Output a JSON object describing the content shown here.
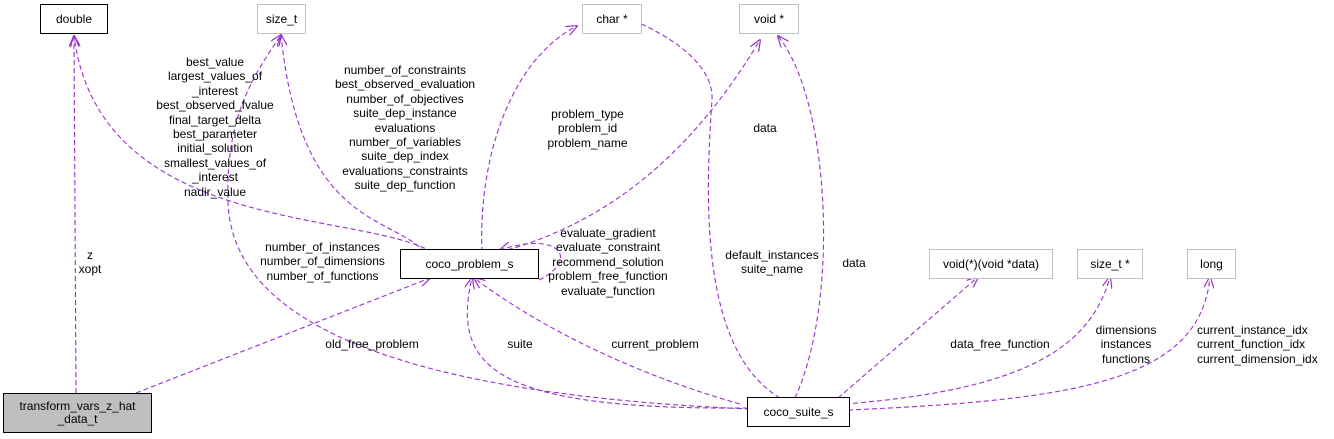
{
  "nodes": {
    "double": "double",
    "size_t": "size_t",
    "char_ptr": "char *",
    "void_ptr": "void *",
    "coco_problem_s": "coco_problem_s",
    "void_fn": "void(*)(void *data)",
    "size_t_ptr": "size_t *",
    "long": "long",
    "transform_line1": "transform_vars_z_hat",
    "transform_line2": "_data_t",
    "coco_suite_s": "coco_suite_s"
  },
  "edge_labels": {
    "double_to_transform": [
      "z",
      "xopt"
    ],
    "double_to_problem": [
      "best_value",
      "largest_values_of",
      "_interest",
      "best_observed_fvalue",
      "final_target_delta",
      "best_parameter",
      "initial_solution",
      "smallest_values_of",
      "_interest",
      "nadir_value"
    ],
    "size_t_to_problem": [
      "number_of_constraints",
      "best_observed_evaluation",
      "number_of_objectives",
      "suite_dep_instance",
      "evaluations",
      "number_of_variables",
      "suite_dep_index",
      "evaluations_constraints",
      "suite_dep_function"
    ],
    "char_to_problem": [
      "problem_type",
      "problem_id",
      "problem_name"
    ],
    "void_to_problem": [
      "data"
    ],
    "size_t_to_suite": [
      "number_of_instances",
      "number_of_dimensions",
      "number_of_functions"
    ],
    "void_to_problem_fns": [
      "evaluate_gradient",
      "evaluate_constraint",
      "recommend_solution",
      "problem_free_function",
      "evaluate_function"
    ],
    "char_to_suite": [
      "default_instances",
      "suite_name"
    ],
    "void_to_suite": [
      "data"
    ],
    "problem_to_transform": [
      "old_free_problem"
    ],
    "problem_to_suite_suite": [
      "suite"
    ],
    "problem_to_suite_current": [
      "current_problem"
    ],
    "voidfn_to_suite": [
      "data_free_function"
    ],
    "size_t_ptr_to_suite": [
      "dimensions",
      "instances",
      "functions"
    ],
    "long_to_suite": [
      "current_instance_idx",
      "current_function_idx",
      "current_dimension_idx"
    ]
  },
  "colors": {
    "edge": "#9a32cd",
    "node_gray_border": "#bfbfbf",
    "node_black_border": "#000000",
    "highlight_fill": "#bfbfbf"
  }
}
